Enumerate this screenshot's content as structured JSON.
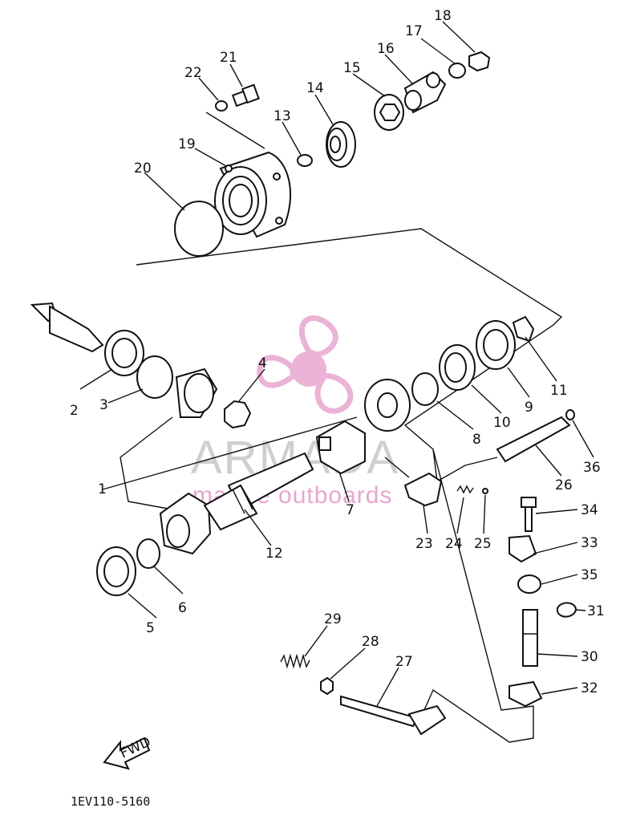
{
  "diagram": {
    "callouts": {
      "c1": "1",
      "c2": "2",
      "c3": "3",
      "c4": "4",
      "c5": "5",
      "c6": "6",
      "c7": "7",
      "c8": "8",
      "c9": "9",
      "c10": "10",
      "c11": "11",
      "c12": "12",
      "c13": "13",
      "c14": "14",
      "c15": "15",
      "c16": "16",
      "c17": "17",
      "c18": "18",
      "c19": "19",
      "c20": "20",
      "c21": "21",
      "c22": "22",
      "c23": "23",
      "c24": "24",
      "c25": "25",
      "c26": "26",
      "c27": "27",
      "c28": "28",
      "c29": "29",
      "c30": "30",
      "c31": "31",
      "c32": "32",
      "c33": "33",
      "c34": "34",
      "c35": "35",
      "c36": "36"
    },
    "direction_label": "FWD",
    "drawing_code": "1EV110-5160"
  },
  "watermark": {
    "title": "ARMADA",
    "subtitle": "marine outboards",
    "color": "#e8a6cf"
  }
}
